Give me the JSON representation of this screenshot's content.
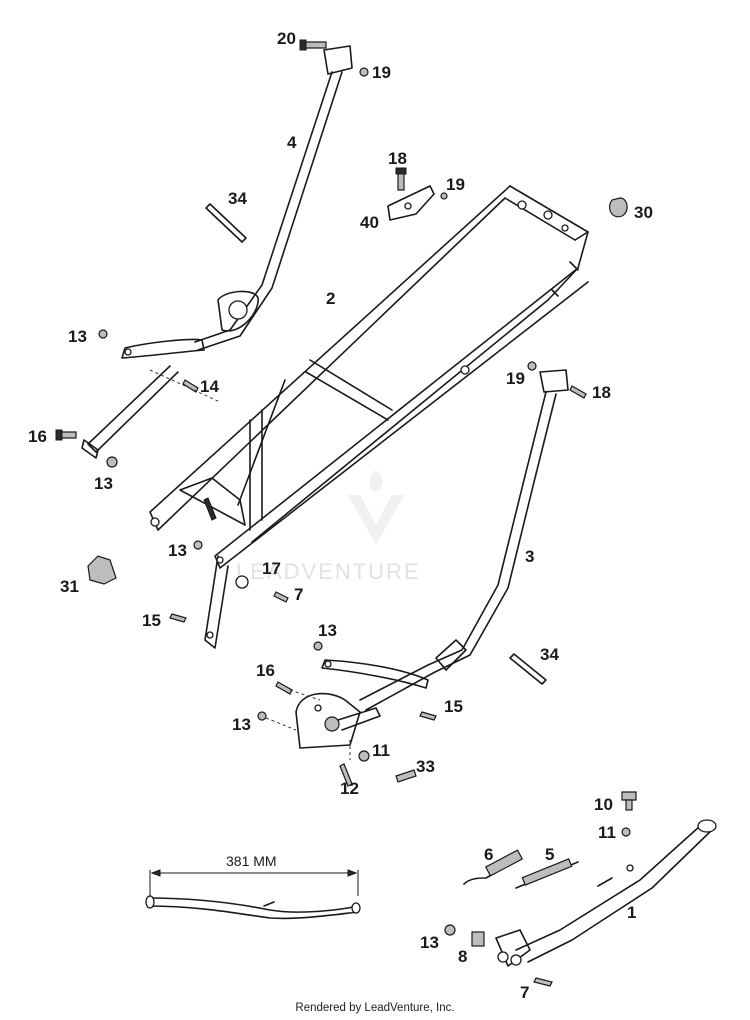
{
  "diagram": {
    "callouts": {
      "c20": "20",
      "c19a": "19",
      "c4": "4",
      "c18a": "18",
      "c19b": "19",
      "c40": "40",
      "c34a": "34",
      "c30": "30",
      "c2": "2",
      "c13a": "13",
      "c14": "14",
      "c16a": "16",
      "c13b": "13",
      "c19c": "19",
      "c18b": "18",
      "c13c": "13",
      "c3": "3",
      "c17": "17",
      "c31": "31",
      "c7a": "7",
      "c15a": "15",
      "c13d": "13",
      "c34b": "34",
      "c16b": "16",
      "c15b": "15",
      "c13e": "13",
      "c11a": "11",
      "c33": "33",
      "c12": "12",
      "c10": "10",
      "c11b": "11",
      "c6": "6",
      "c5": "5",
      "c1": "1",
      "c13f": "13",
      "c8": "8",
      "c7b": "7"
    },
    "dimension_label": "381 MM"
  },
  "watermark": {
    "text": "LEADVENTURE"
  },
  "footer": {
    "credit": "Rendered by LeadVenture, Inc."
  }
}
